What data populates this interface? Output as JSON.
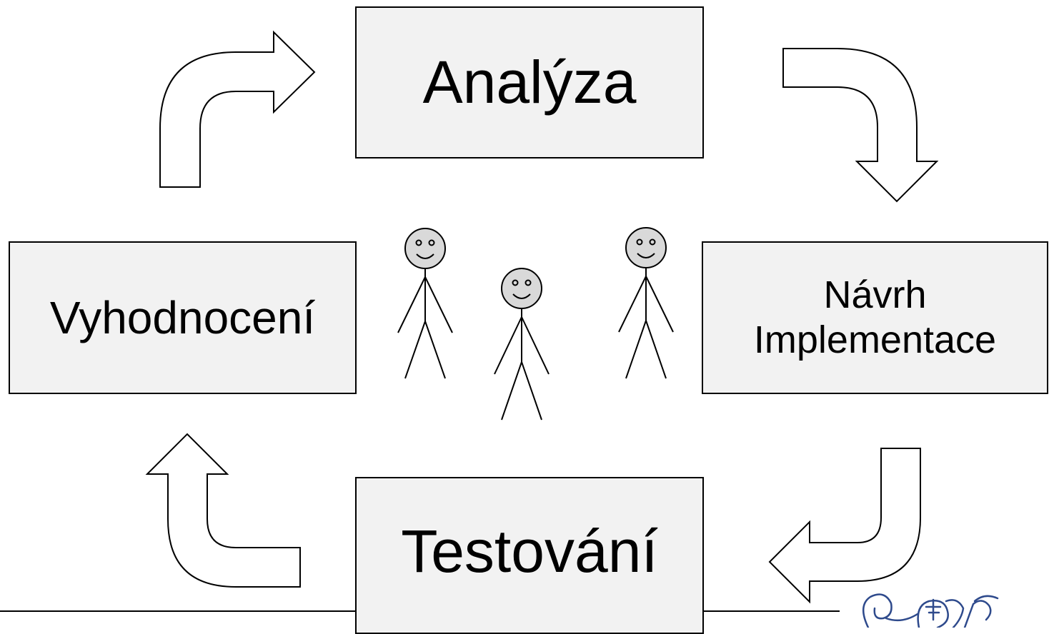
{
  "diagram": {
    "nodes": {
      "analyza": "Analýza",
      "navrh_line1": "Návrh",
      "navrh_line2": "Implementace",
      "testovani": "Testování",
      "vyhodnoceni": "Vyhodnocení"
    },
    "cycle_order": [
      "Analýza",
      "Návrh Implementace",
      "Testování",
      "Vyhodnocení"
    ],
    "people_count": 3,
    "colors": {
      "box_fill": "#f2f2f2",
      "face_fill": "#d9d9d9",
      "line": "#000000",
      "logo": "#2e4a8c"
    }
  }
}
